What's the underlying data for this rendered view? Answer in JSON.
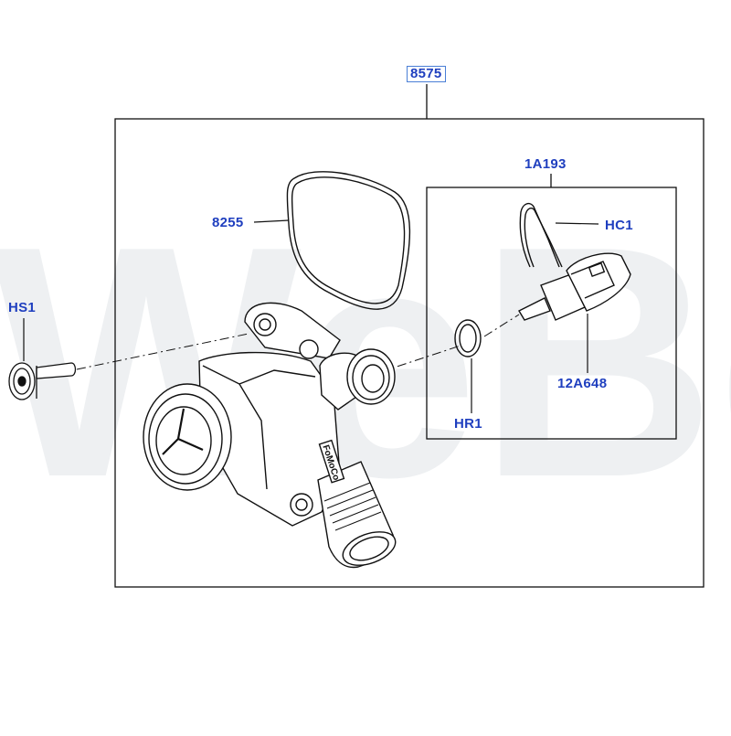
{
  "diagram": {
    "assembly_label": "8575",
    "parts": [
      {
        "id": "gasket",
        "label": "8255"
      },
      {
        "id": "bolt",
        "label": "HS1"
      },
      {
        "id": "sensor-group",
        "label": "1A193"
      },
      {
        "id": "clip",
        "label": "HC1"
      },
      {
        "id": "sensor",
        "label": "12A648"
      },
      {
        "id": "o-ring",
        "label": "HR1"
      }
    ],
    "housing_stamp": "FoMoCo",
    "watermark": "WeBq"
  },
  "colors": {
    "callout_text": "#1f3fbf",
    "callout_box": "#4a7fd6",
    "line_art": "#111111",
    "watermark": "#eef0f2"
  }
}
